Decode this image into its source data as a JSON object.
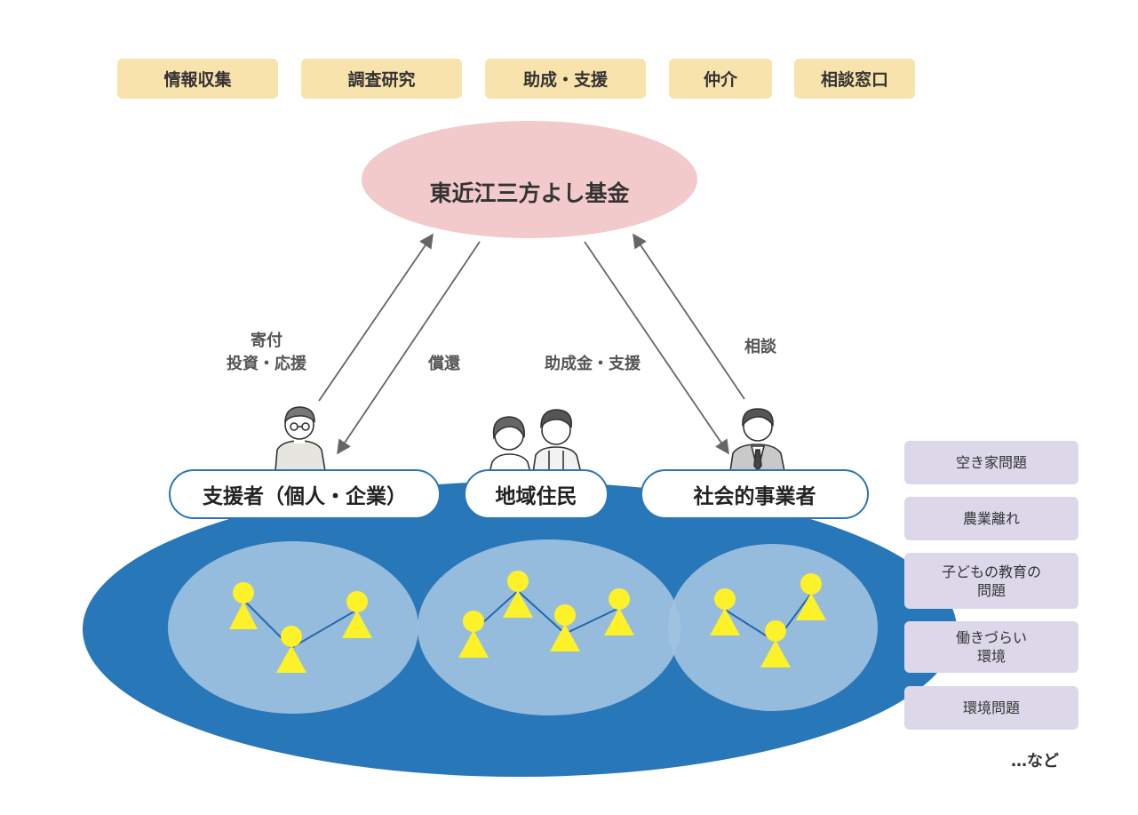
{
  "services": [
    "情報収集",
    "調査研究",
    "助成・支援",
    "仲介",
    "相談窓口"
  ],
  "foundation": "東近江三方よし基金",
  "flows": {
    "donate_line1": "寄付",
    "donate_line2": "投資・応援",
    "repay": "償還",
    "grant": "助成金・支援",
    "consult": "相談"
  },
  "actors": {
    "supporters": "支援者（個人・企業）",
    "residents": "地域住民",
    "social_business": "社会的事業者"
  },
  "issues": {
    "i1": "空き家問題",
    "i2": "農業離れ",
    "i3_line1": "子どもの教育の",
    "i3_line2": "問題",
    "i4_line1": "働きづらい",
    "i4_line2": "環境",
    "i5": "環境問題"
  },
  "etc": "…など",
  "colors": {
    "service_box": "#f9e3ac",
    "foundation_ellipse": "#f2cacb",
    "community_ellipse": "#2877b9",
    "group_ellipse": "#9fc2e0",
    "person_figure": "#fdf12a",
    "issue_box": "#dcd8ea",
    "pill_border": "#2b76b6"
  }
}
